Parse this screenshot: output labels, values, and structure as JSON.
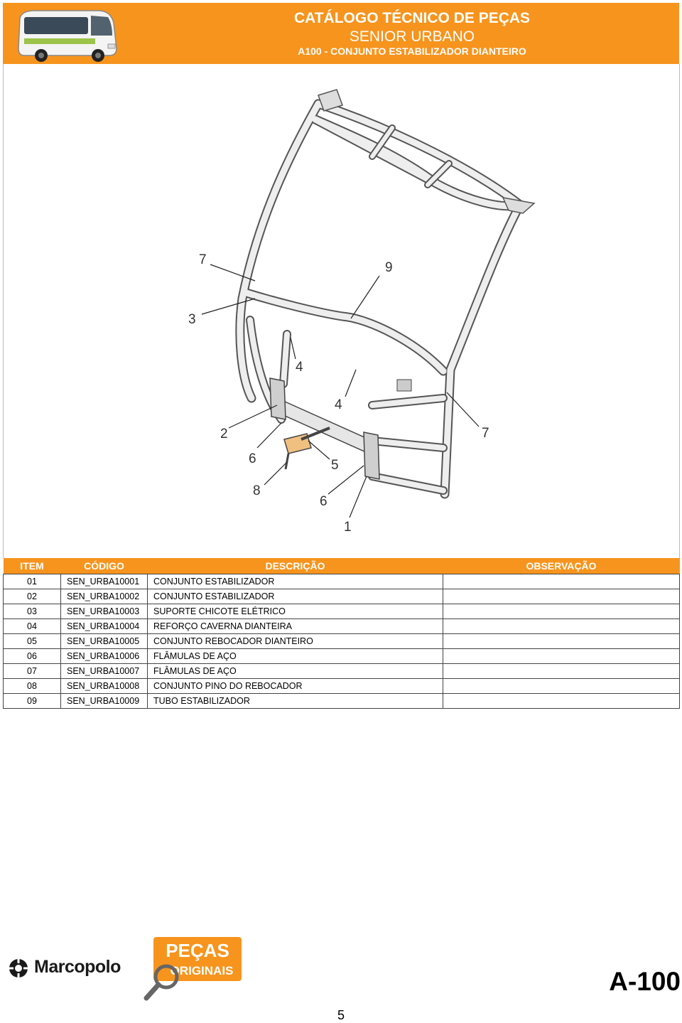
{
  "header": {
    "title": "CATÁLOGO TÉCNICO DE PEÇAS",
    "model": "SENIOR URBANO",
    "subtitle": "A100 - CONJUNTO ESTABILIZADOR DIANTEIRO",
    "colors": {
      "accent": "#f7941d",
      "text": "#ffffff"
    }
  },
  "drawing": {
    "callouts": [
      "7",
      "9",
      "3",
      "4",
      "4",
      "2",
      "7",
      "6",
      "5",
      "8",
      "6",
      "1"
    ]
  },
  "table": {
    "headers": {
      "item": "ITEM",
      "code": "CÓDIGO",
      "description": "DESCRIÇÃO",
      "observation": "OBSERVAÇÃO"
    },
    "rows": [
      {
        "item": "01",
        "code": "SEN_URBA10001",
        "description": "CONJUNTO ESTABILIZADOR",
        "observation": ""
      },
      {
        "item": "02",
        "code": "SEN_URBA10002",
        "description": "CONJUNTO ESTABILIZADOR",
        "observation": ""
      },
      {
        "item": "03",
        "code": "SEN_URBA10003",
        "description": "SUPORTE CHICOTE ELÉTRICO",
        "observation": ""
      },
      {
        "item": "04",
        "code": "SEN_URBA10004",
        "description": "REFORÇO CAVERNA DIANTEIRA",
        "observation": ""
      },
      {
        "item": "05",
        "code": "SEN_URBA10005",
        "description": "CONJUNTO REBOCADOR DIANTEIRO",
        "observation": ""
      },
      {
        "item": "06",
        "code": "SEN_URBA10006",
        "description": "FLÂMULAS DE AÇO",
        "observation": ""
      },
      {
        "item": "07",
        "code": "SEN_URBA10007",
        "description": "FLÂMULAS DE AÇO",
        "observation": ""
      },
      {
        "item": "08",
        "code": "SEN_URBA10008",
        "description": "CONJUNTO PINO DO REBOCADOR",
        "observation": ""
      },
      {
        "item": "09",
        "code": "SEN_URBA10009",
        "description": "TUBO ESTABILIZADOR",
        "observation": ""
      }
    ]
  },
  "footer": {
    "brand": "Marcopolo",
    "badge_line1": "PEÇAS",
    "badge_line2": "ORIGINAIS",
    "sheet_code": "A-100",
    "page_number": "5"
  }
}
